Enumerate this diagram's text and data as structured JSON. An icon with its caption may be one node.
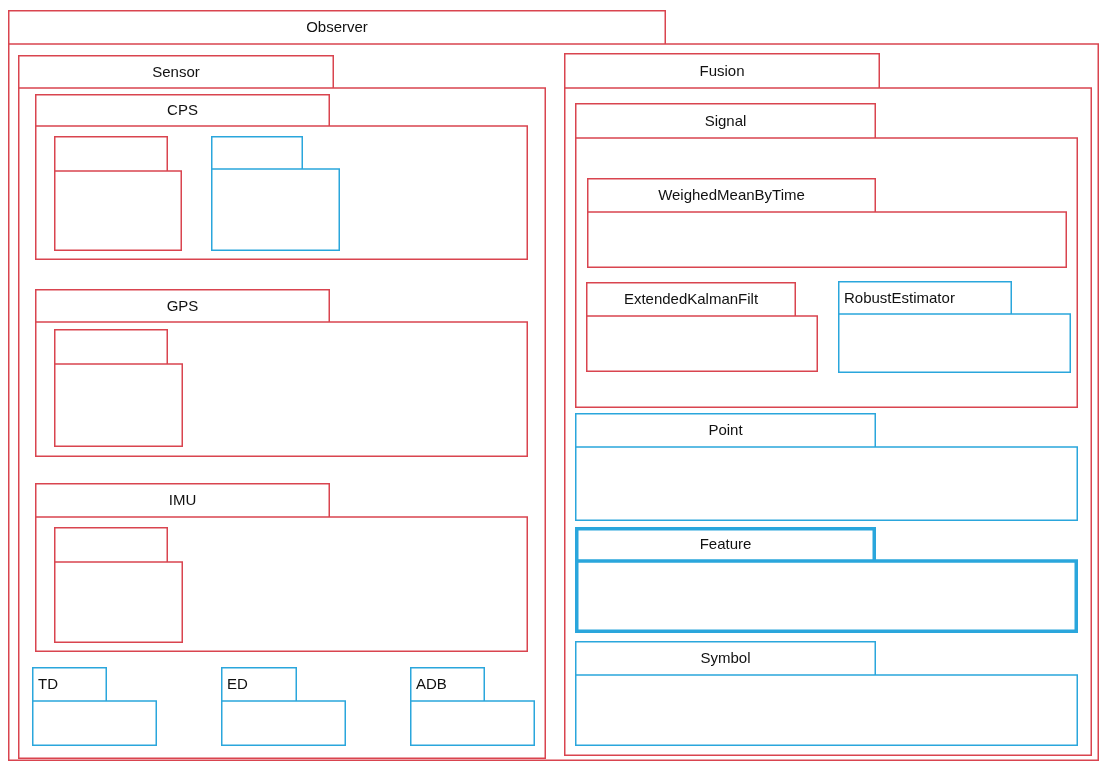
{
  "diagram": {
    "nodes": [
      {
        "text": [
          "Observer"
        ]
      },
      {
        "text": [
          "Sensor"
        ],
        "in": 0
      },
      {
        "text": [
          "CPS"
        ],
        "in": 1
      },
      {
        "text": [],
        "shape": "folder",
        "in": 2
      },
      {
        "text": [],
        "shape": "folder",
        "in": 2
      },
      {
        "text": [
          "GPS"
        ],
        "in": 1
      },
      {
        "text": [],
        "shape": "folder",
        "in": 5
      },
      {
        "text": [
          "IMU"
        ],
        "in": 1
      },
      {
        "text": [],
        "shape": "folder",
        "in": 7
      },
      {
        "text": [
          "TD"
        ],
        "in": 1
      },
      {
        "text": [
          "ED"
        ],
        "in": 1
      },
      {
        "text": [
          "ADB"
        ],
        "in": 1
      },
      {
        "text": [
          "Fusion"
        ],
        "in": 0
      },
      {
        "text": [
          "Signal"
        ],
        "in": 12
      },
      {
        "text": [
          "WeighedMeanByTime"
        ],
        "in": 13
      },
      {
        "text": [
          "ExtendedKalmanFilt"
        ],
        "in": 13
      },
      {
        "text": [
          "RobustEstimator"
        ],
        "in": 13
      },
      {
        "text": [
          "Point"
        ],
        "in": 12
      },
      {
        "text": [
          "Feature"
        ],
        "in": 12
      },
      {
        "text": [
          "Symbol"
        ],
        "in": 12
      }
    ]
  }
}
